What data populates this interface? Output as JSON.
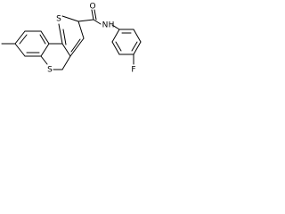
{
  "molecule": {
    "atom_labels": {
      "thiophene_sulfur": "S",
      "thiopyran_sulfur": "S",
      "carbonyl_oxygen": "O",
      "amide_nitrogen": "N",
      "amide_hydrogen": "H",
      "fluorine": "F"
    },
    "colors": {
      "bond": "#000000",
      "label": "#000000",
      "background": "#ffffff"
    }
  }
}
